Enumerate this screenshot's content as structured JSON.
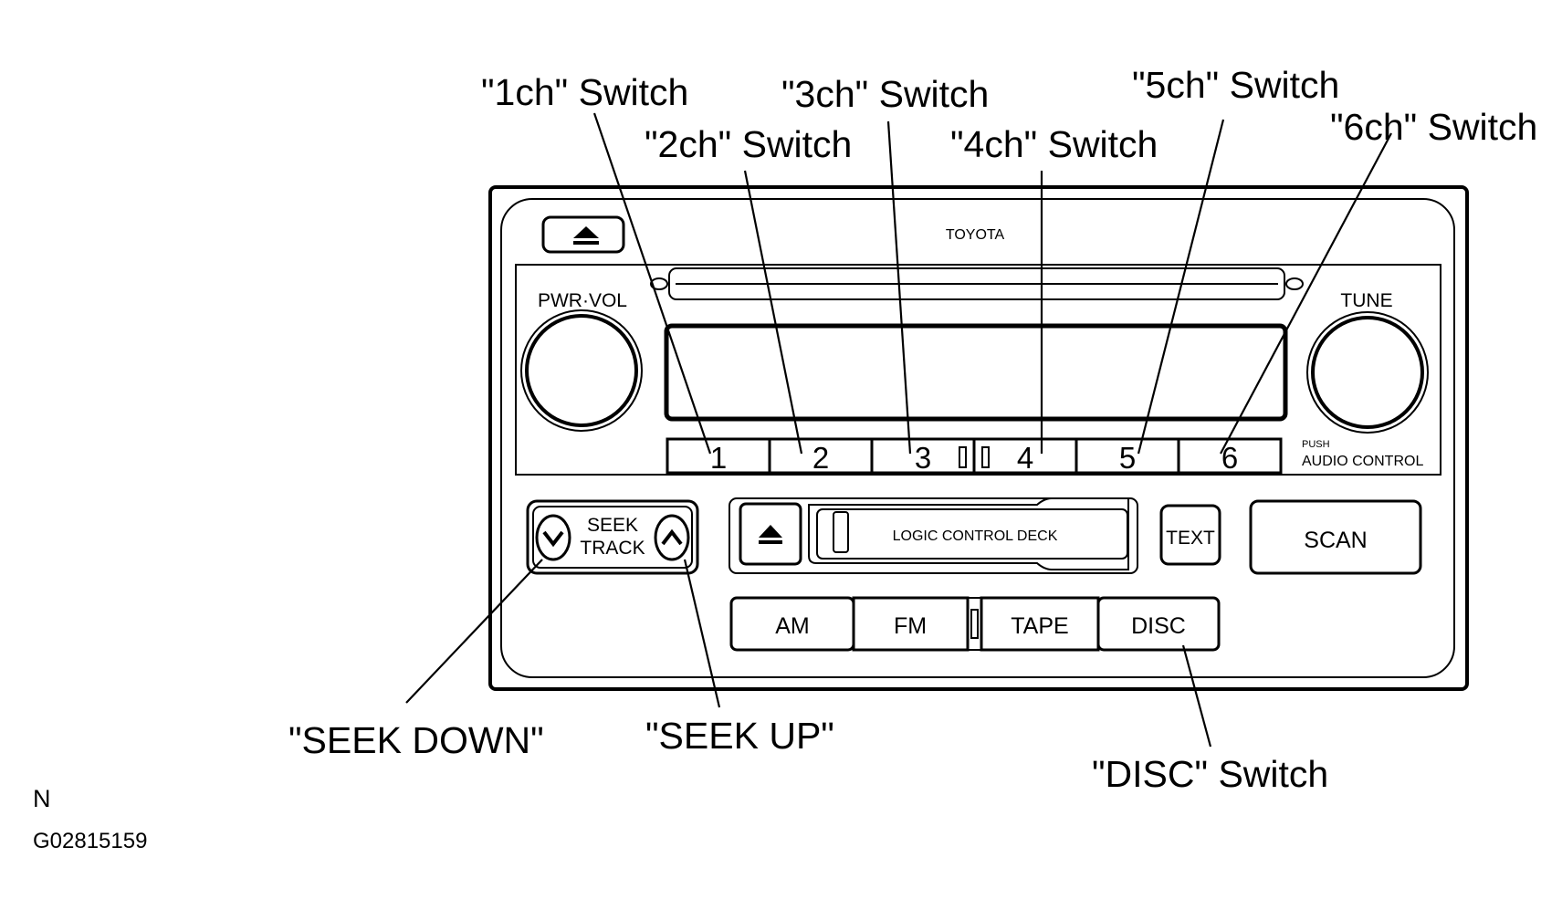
{
  "callouts": {
    "ch1": "\"1ch\" Switch",
    "ch2": "\"2ch\" Switch",
    "ch3": "\"3ch\" Switch",
    "ch4": "\"4ch\" Switch",
    "ch5": "\"5ch\" Switch",
    "ch6": "\"6ch\" Switch",
    "seek_down": "\"SEEK DOWN\"",
    "seek_up": "\"SEEK UP\"",
    "disc": "\"DISC\" Switch"
  },
  "panel": {
    "brand": "TOYOTA",
    "pwr_vol": "PWR·VOL",
    "tune": "TUNE",
    "push": "PUSH",
    "audio_control": "AUDIO CONTROL",
    "presets": [
      "1",
      "2",
      "3",
      "4",
      "5",
      "6"
    ],
    "seek": "SEEK",
    "track": "TRACK",
    "deck": "LOGIC CONTROL DECK",
    "text": "TEXT",
    "scan": "SCAN",
    "am": "AM",
    "fm": "FM",
    "tape": "TAPE",
    "disc_btn": "DISC"
  },
  "figure": {
    "letter": "N",
    "id": "G02815159"
  }
}
